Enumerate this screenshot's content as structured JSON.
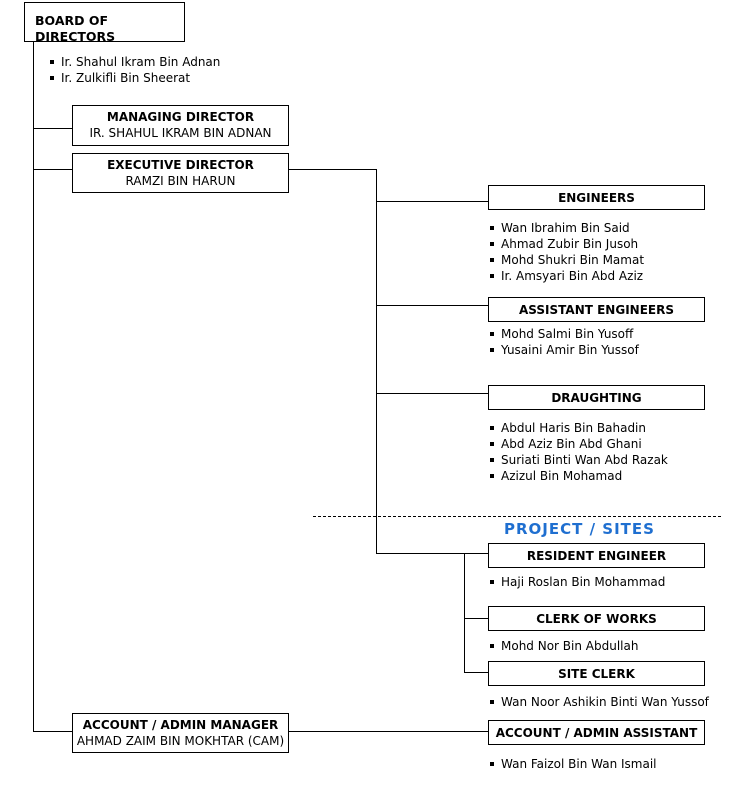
{
  "board": {
    "title": "BOARD OF DIRECTORS",
    "members": [
      "Ir. Shahul Ikram Bin Adnan",
      "Ir. Zulkifli Bin Sheerat"
    ]
  },
  "managing": {
    "title": "MANAGING DIRECTOR",
    "name": "IR. SHAHUL IKRAM BIN ADNAN"
  },
  "executive": {
    "title": "EXECUTIVE DIRECTOR",
    "name": "RAMZI BIN HARUN"
  },
  "engineers": {
    "title": "ENGINEERS",
    "members": [
      "Wan Ibrahim Bin Said",
      "Ahmad Zubir Bin Jusoh",
      "Mohd Shukri Bin Mamat",
      "Ir. Amsyari Bin Abd Aziz"
    ]
  },
  "assistant_engineers": {
    "title": "ASSISTANT ENGINEERS",
    "members": [
      "Mohd Salmi Bin Yusoff",
      "Yusaini Amir Bin Yussof"
    ]
  },
  "draughting": {
    "title": "DRAUGHTING",
    "members": [
      "Abdul Haris Bin Bahadin",
      "Abd Aziz Bin Abd Ghani",
      "Suriati Binti Wan Abd Razak",
      "Azizul Bin Mohamad"
    ]
  },
  "project_sites": {
    "label": "PROJECT / SITES",
    "color": "#1f6fd0"
  },
  "resident_engineer": {
    "title": "RESIDENT ENGINEER",
    "members": [
      "Haji Roslan Bin Mohammad"
    ]
  },
  "clerk_of_works": {
    "title": "CLERK OF WORKS",
    "members": [
      "Mohd Nor Bin Abdullah"
    ]
  },
  "site_clerk": {
    "title": "SITE CLERK",
    "members": [
      "Wan Noor Ashikin Binti Wan Yussof"
    ]
  },
  "account_manager": {
    "title": "ACCOUNT / ADMIN MANAGER",
    "name": "AHMAD ZAIM BIN MOKHTAR (CAM)"
  },
  "account_assistant": {
    "title": "ACCOUNT / ADMIN ASSISTANT",
    "members": [
      "Wan Faizol Bin Wan Ismail"
    ]
  }
}
